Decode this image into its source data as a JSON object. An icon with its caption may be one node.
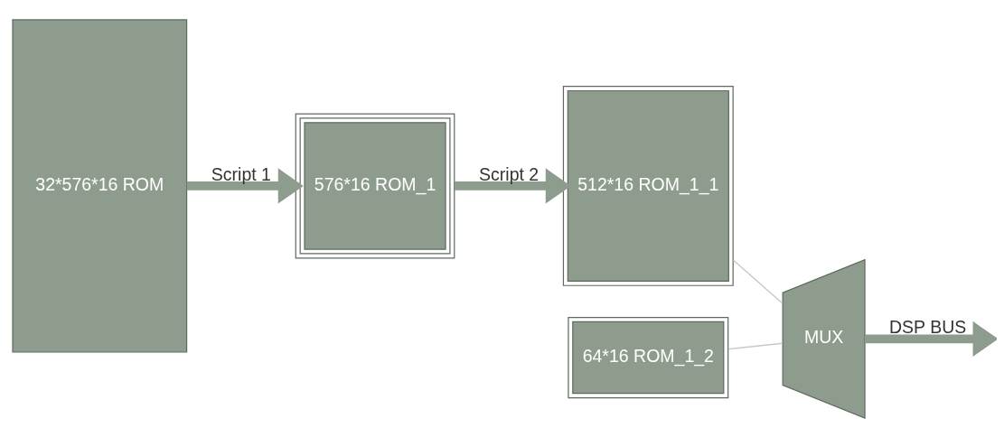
{
  "diagram": {
    "nodes": [
      {
        "text": [
          "32*576*16 ROM"
        ]
      },
      {
        "text": [
          "576*16 ROM_1"
        ]
      },
      {
        "text": [
          "512*16 ROM_1_1"
        ]
      },
      {
        "text": [
          "64*16 ROM_1_2"
        ]
      },
      {
        "text": [
          "MUX"
        ]
      }
    ],
    "edges": [
      {
        "from": 0,
        "to": 1,
        "arrow": "to",
        "label": "Script 1"
      },
      {
        "from": 1,
        "to": 2,
        "arrow": "to",
        "label": "Script 2"
      },
      {
        "from": 2,
        "to": 4,
        "arrow": "none",
        "color": "#c8c8c8"
      },
      {
        "from": 3,
        "to": 4,
        "arrow": "none",
        "color": "#c8c8c8"
      },
      {
        "from": 4,
        "to": null,
        "arrow": "to",
        "label": "DSP BUS"
      }
    ]
  }
}
